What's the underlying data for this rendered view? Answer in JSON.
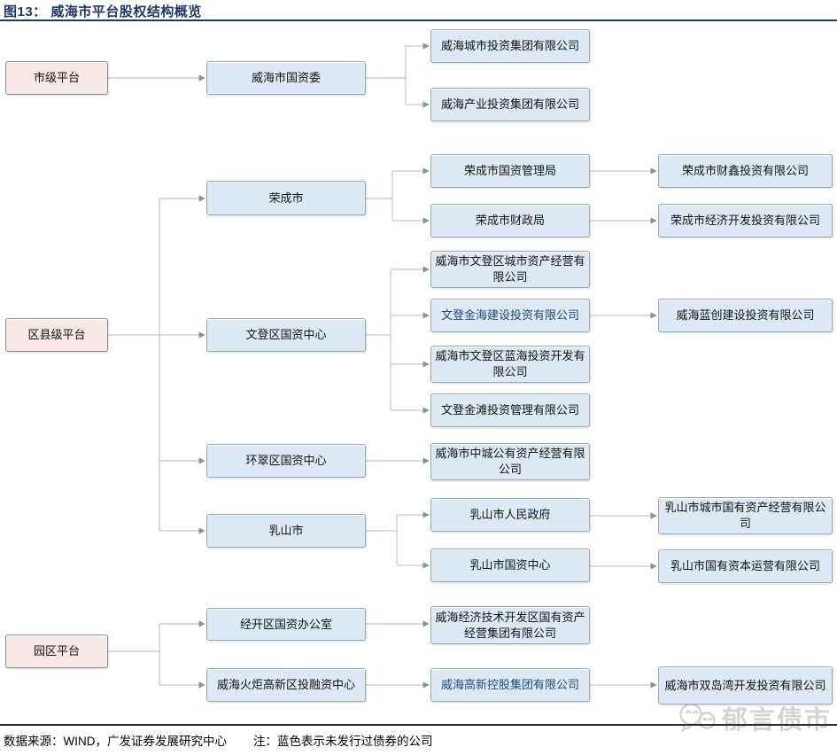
{
  "figure": {
    "title": "图13： 威海市平台股权结构概览",
    "source": "数据来源：WIND，广发证券发展研究中心",
    "note": "注：蓝色表示未发行过债券的公司",
    "watermark": "郁言债市"
  },
  "colors": {
    "title_color": "#1f3864",
    "category_fill": "#f7e7e6",
    "entity_fill": "#dde9f5",
    "unissued_text": "#1f497d"
  },
  "nodes": {
    "cat_city": "市级平台",
    "cat_district": "区县级平台",
    "cat_park": "园区平台",
    "weihai_sasac": "威海市国资委",
    "wh_city_inv": "威海城市投资集团有限公司",
    "wh_industry_inv": "威海产业投资集团有限公司",
    "rongcheng": "荣成市",
    "rc_sasac": "荣成市国资管理局",
    "rc_finance": "荣成市财政局",
    "rc_caixin": "荣成市财鑫投资有限公司",
    "rc_jingkai": "荣成市经济开发投资有限公司",
    "wendeng": "文登区国资中心",
    "wd_city_asset": "威海市文登区城市资产经营有限公司",
    "wd_jinhai": "文登金海建设投资有限公司",
    "wd_lanhai": "威海市文登区蓝海投资开发有限公司",
    "wd_jintan": "文登金滩投资管理有限公司",
    "lanchuang": "威海蓝创建设投资有限公司",
    "huancui": "环翠区国资中心",
    "hc_zhongcheng": "威海市中城公有资产经营有限公司",
    "rushan": "乳山市",
    "rs_gov": "乳山市人民政府",
    "rs_sasac": "乳山市国资中心",
    "rs_city_asset": "乳山市城市国有资产经营有限公司",
    "rs_capital": "乳山市国有资本运营有限公司",
    "jingkai": "经开区国资办公室",
    "jk_group": "威海经济技术开发区国有资产经营集团有限公司",
    "huoju": "威海火炬高新区投融资中心",
    "gaoxin": "威海高新控股集团有限公司",
    "shuangdaowan": "威海市双岛湾开发投资有限公司"
  }
}
